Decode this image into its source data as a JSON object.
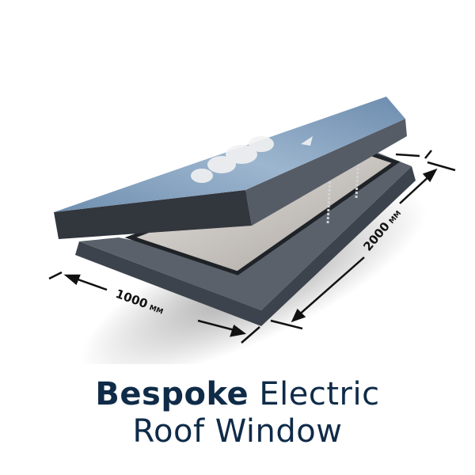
{
  "product": {
    "title_bold": "Bespoke",
    "title_rest": "Electric",
    "title_line2": "Roof Window"
  },
  "dimensions": {
    "width_value": "1000",
    "width_unit": "MM",
    "length_value": "2000",
    "length_unit": "MM"
  },
  "colors": {
    "title": "#0f2b48",
    "frame": "#4a505a"
  }
}
